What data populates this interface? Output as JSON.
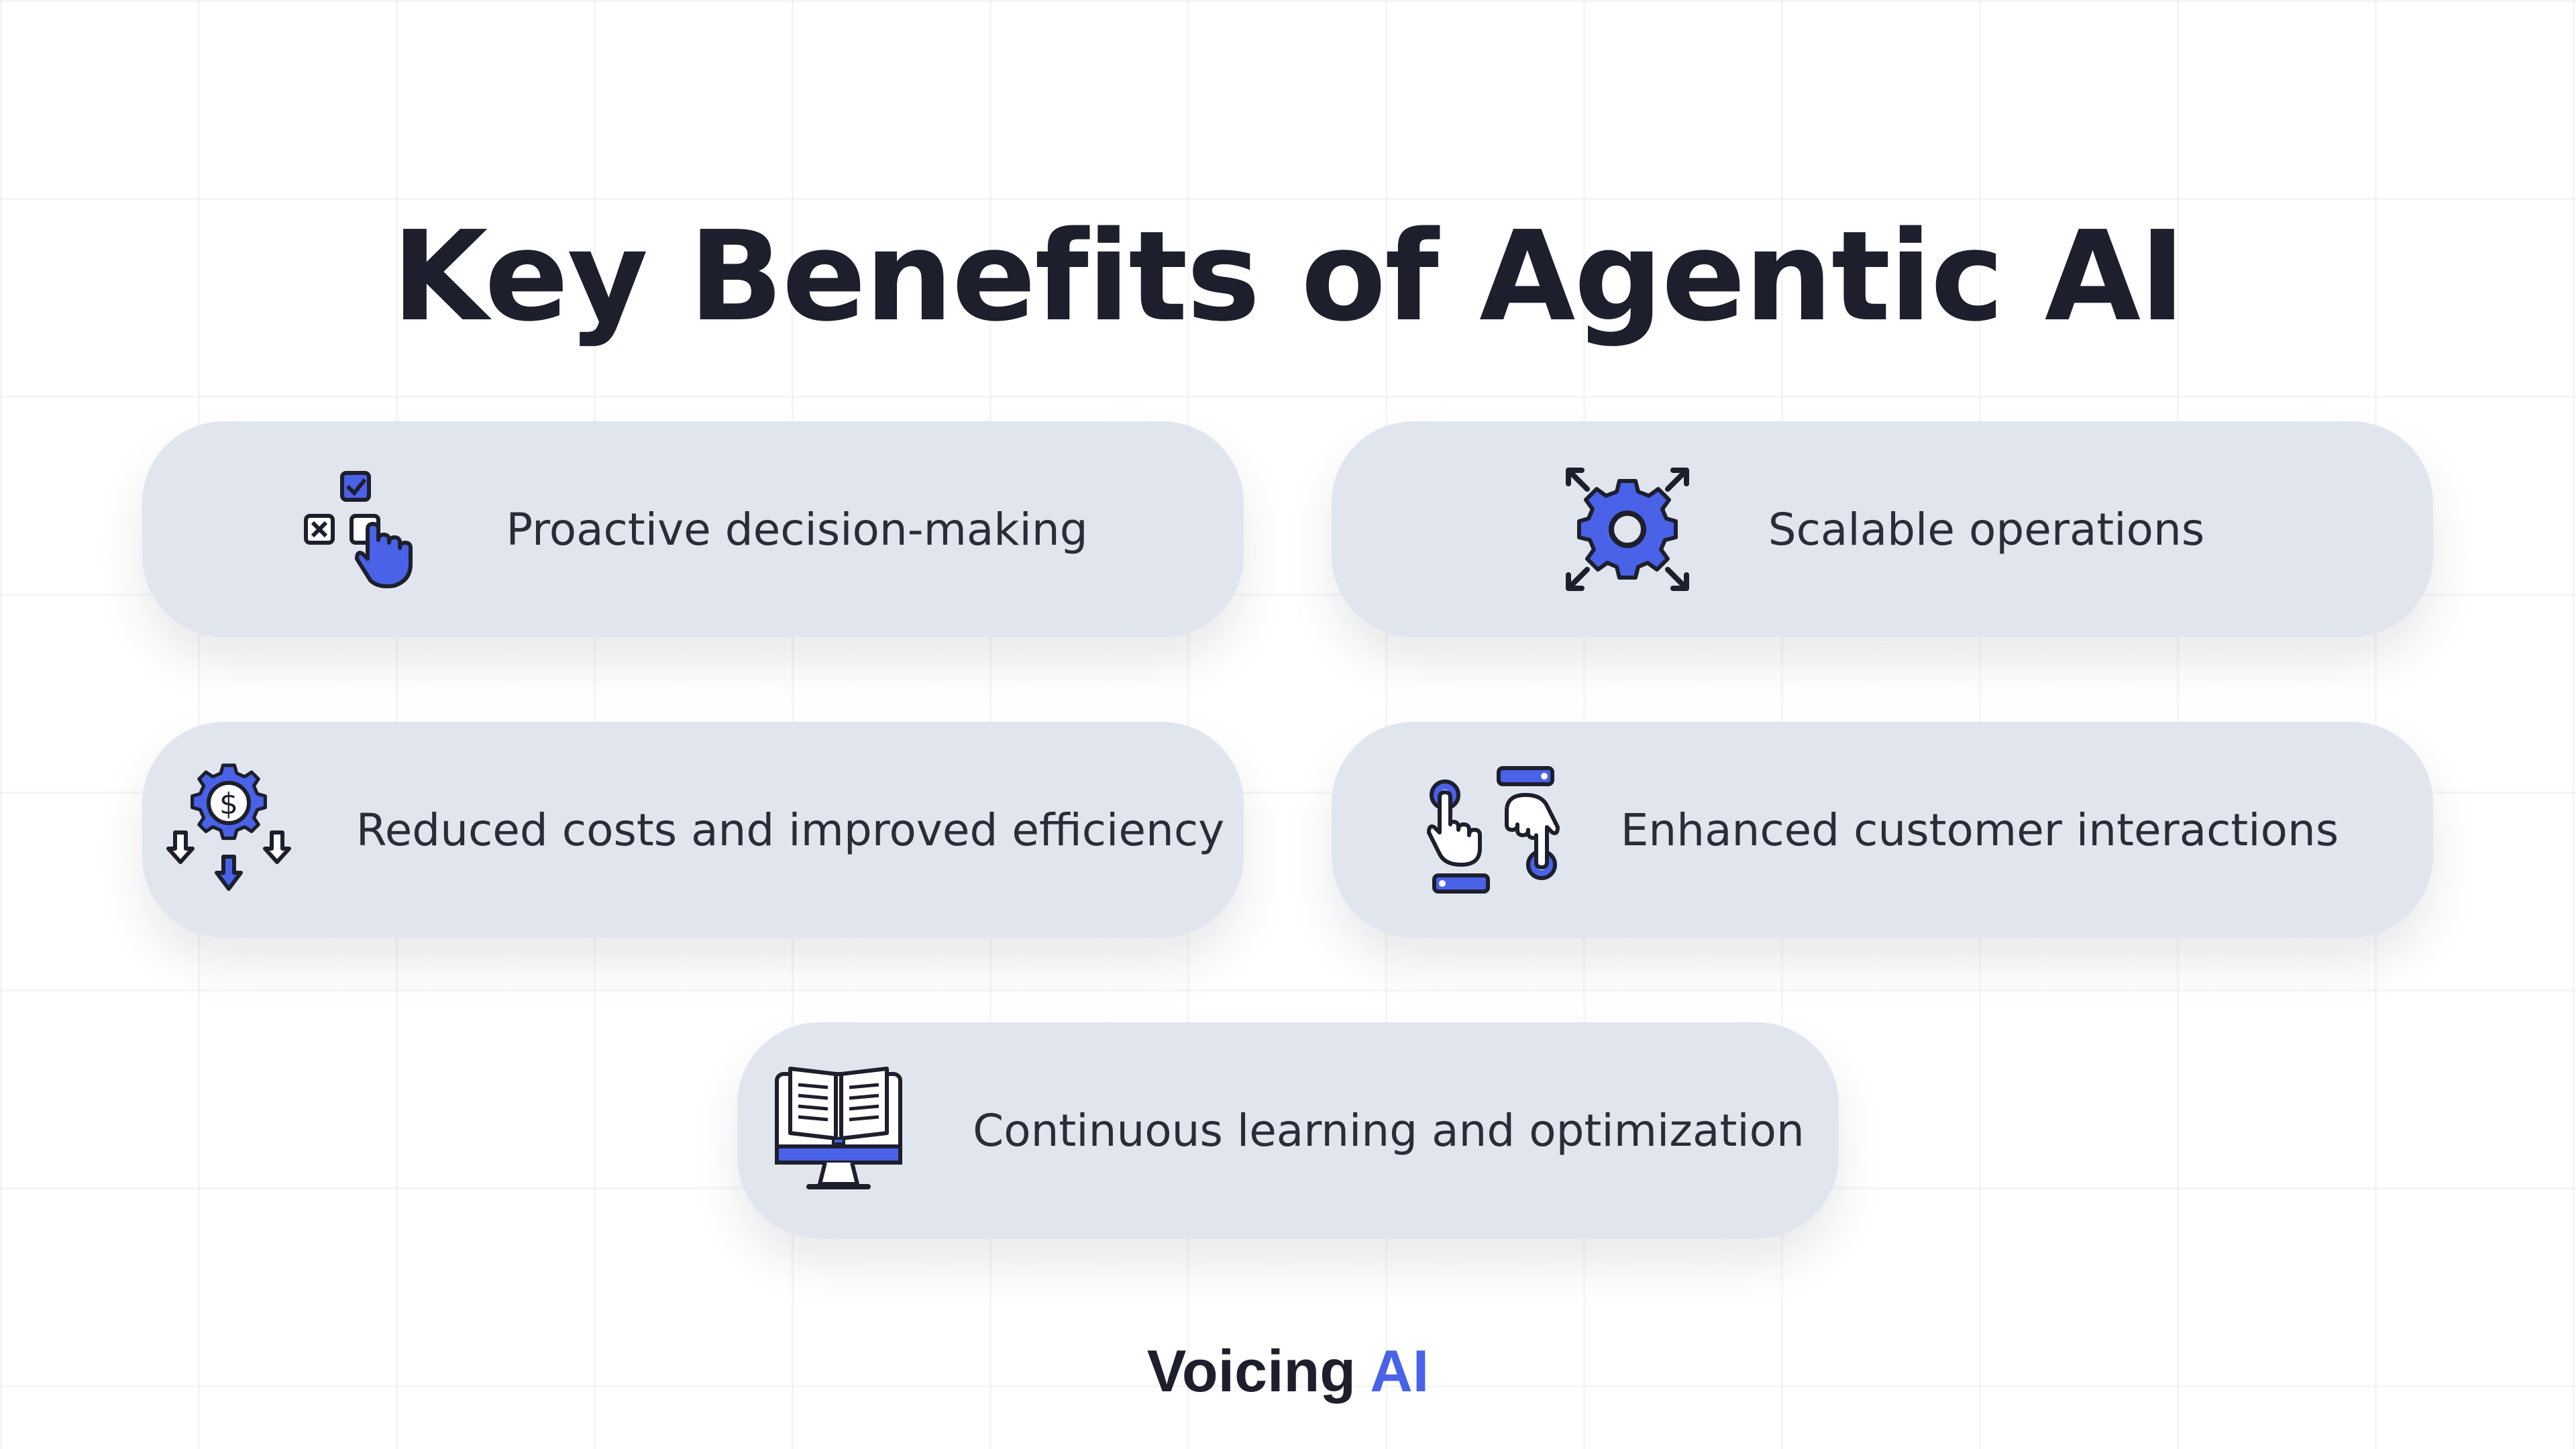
{
  "title": "Key Benefits of Agentic AI",
  "colors": {
    "accent": "#4a62e8",
    "card": "#e1e5ee",
    "text": "#1d1f2c"
  },
  "benefits": [
    {
      "label": "Proactive decision-making",
      "icon": "decision-icon"
    },
    {
      "label": "Scalable operations",
      "icon": "gear-expand-icon"
    },
    {
      "label": "Reduced costs and improved efficiency",
      "icon": "cost-reduction-icon"
    },
    {
      "label": "Enhanced customer interactions",
      "icon": "interaction-icon"
    },
    {
      "label": "Continuous learning and optimization",
      "icon": "learning-monitor-icon"
    }
  ],
  "brand": {
    "name": "Voicing",
    "accent": "AI"
  }
}
